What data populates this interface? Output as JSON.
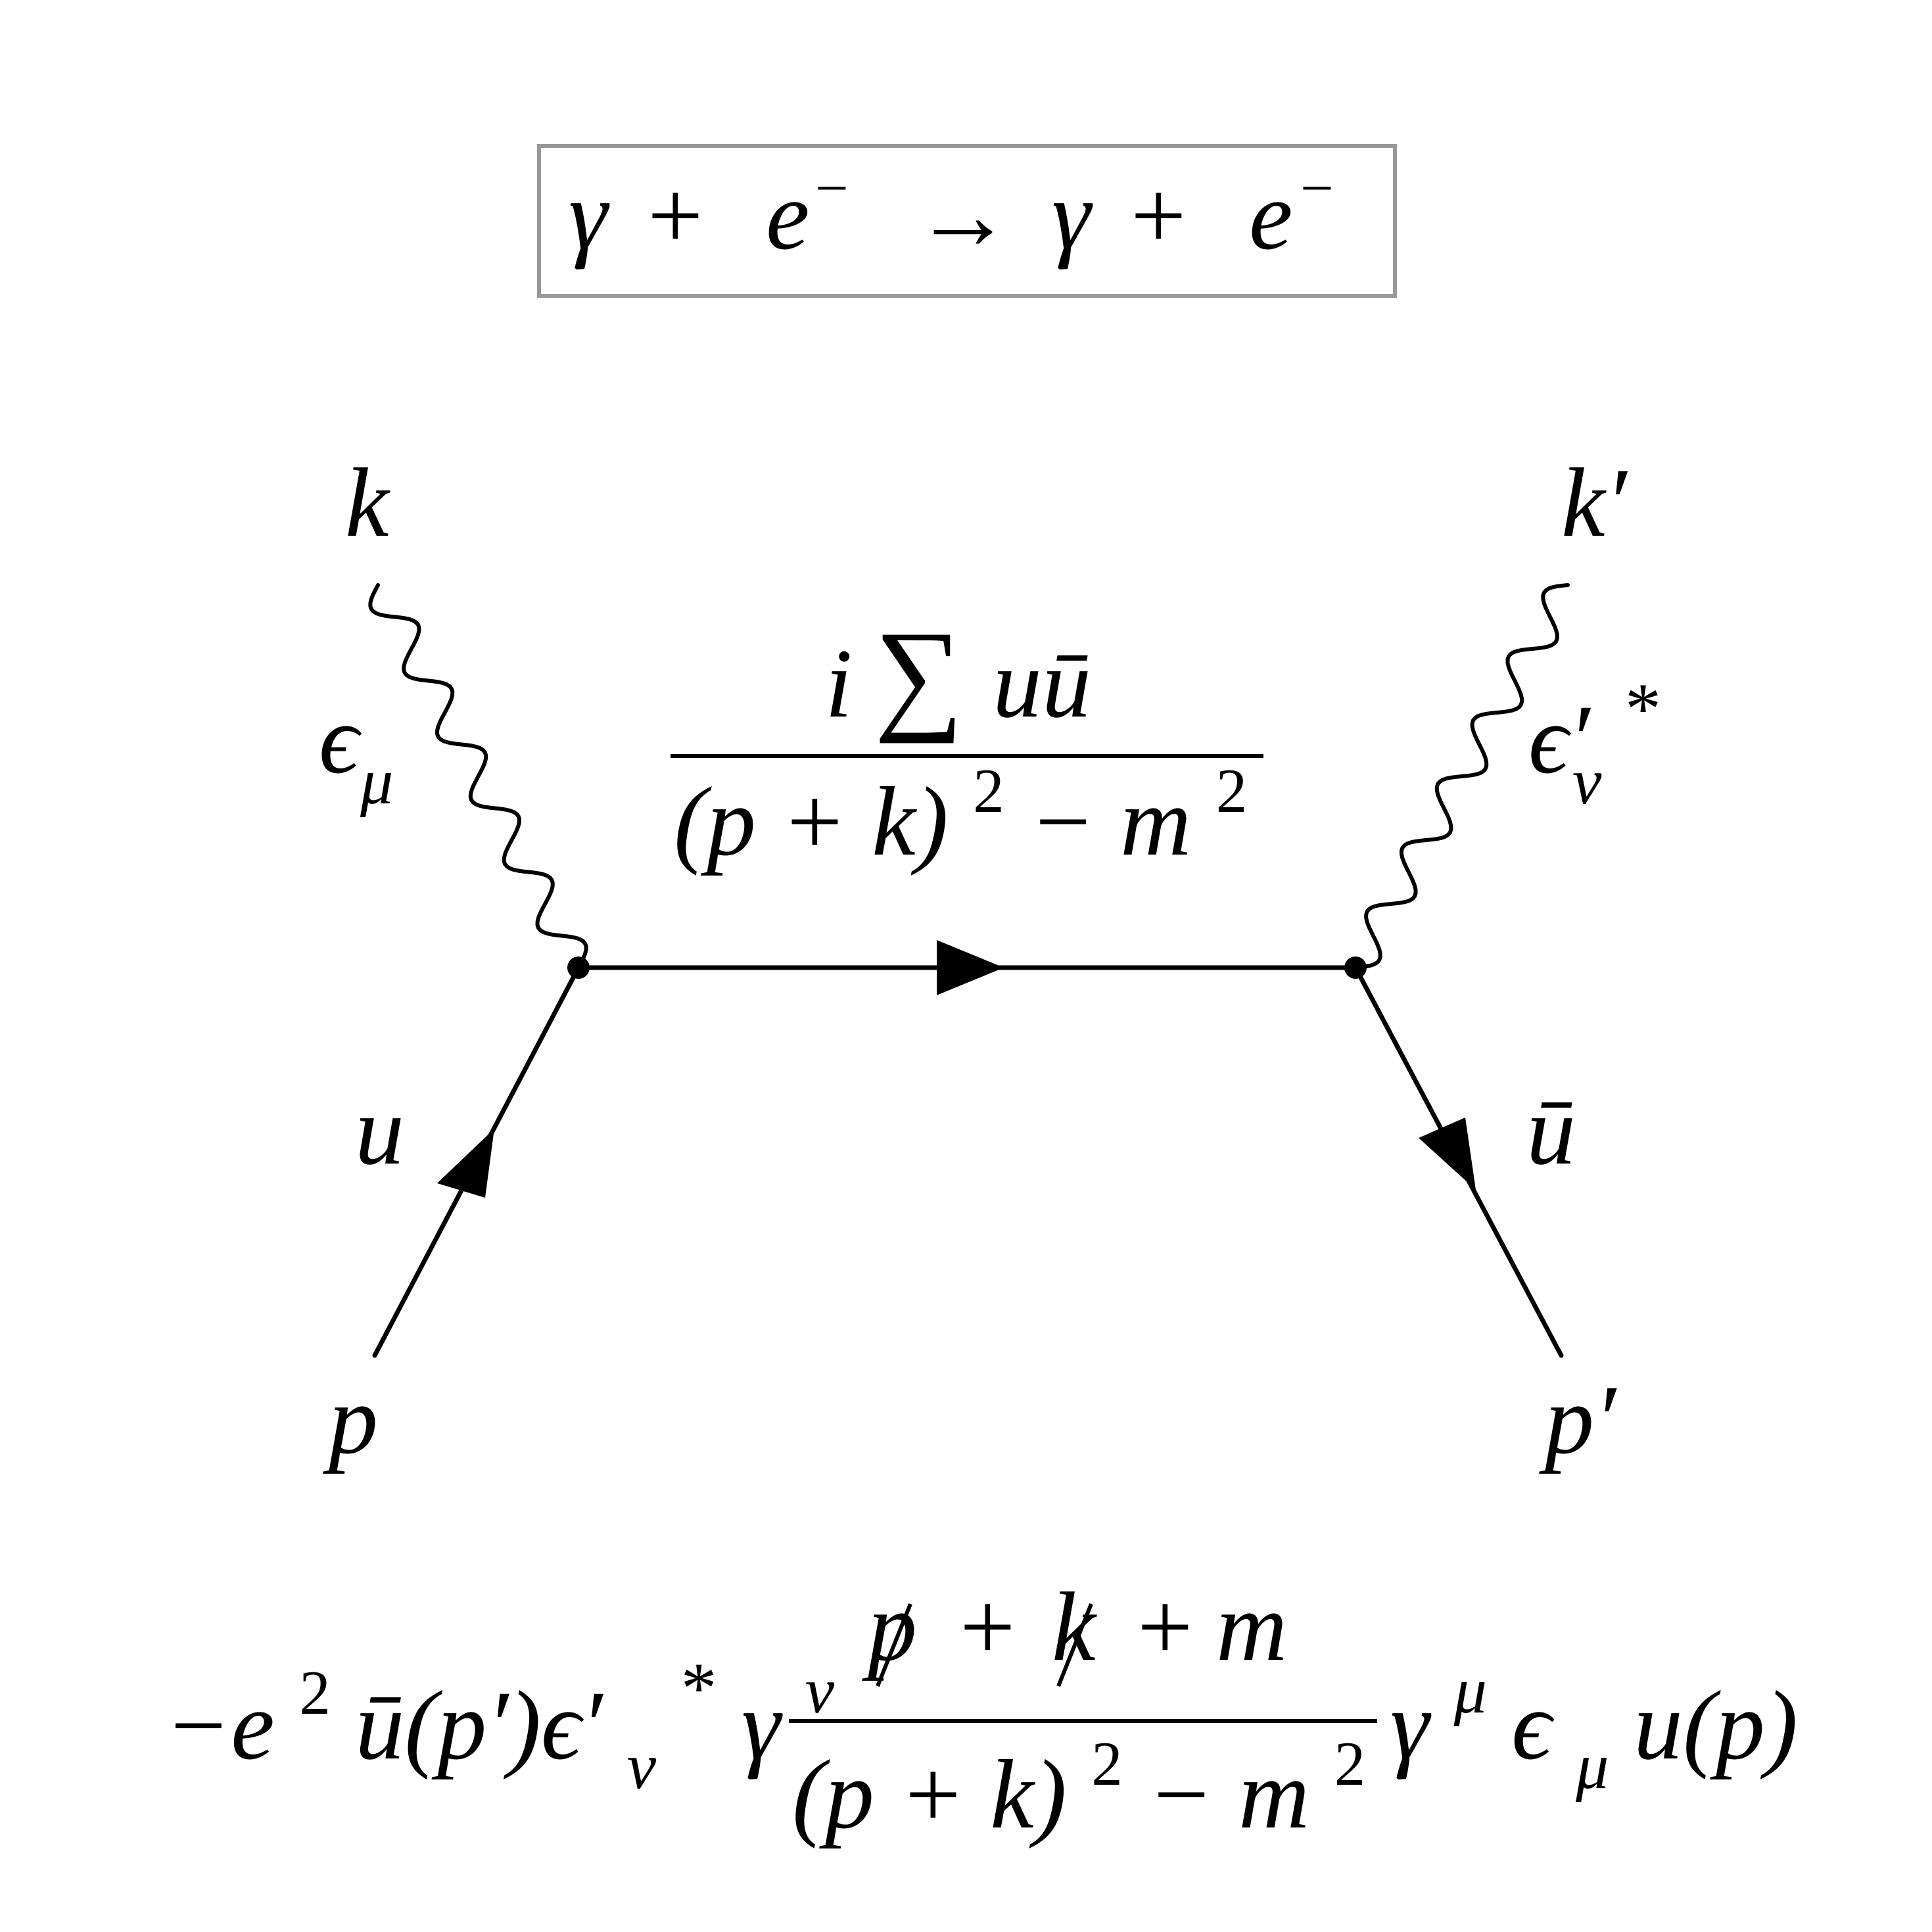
{
  "process": {
    "lhs_a": "γ",
    "plus1": "+",
    "lhs_b": "e",
    "minus_sup1": "−",
    "arrow": "→",
    "rhs_a": "γ",
    "plus2": "+",
    "rhs_b": "e",
    "minus_sup2": "−"
  },
  "labels": {
    "k": "k",
    "k_prime": "k′",
    "epsilon_mu": "ϵ",
    "mu_sub": "μ",
    "epsilon_nu_prime": "ϵ′",
    "nu_sub": "ν",
    "star": "*",
    "u": "u",
    "u_bar": "ū",
    "p": "p",
    "p_prime": "p′"
  },
  "propagator": {
    "numerator_i": "i",
    "numerator_sum": "∑",
    "numerator_uubar": "uū",
    "denominator": "(p + k)",
    "denominator_sq": "2",
    "denominator_minus": " − m",
    "denominator_m_sq": "2"
  },
  "amplitude": {
    "prefix": "−e",
    "prefix_sq": "2",
    "ubar_p_prime": "ū(p′)ϵ′",
    "nu_sub": "ν",
    "star": "*",
    "gamma_nu": "γ",
    "nu_sup": "ν",
    "num_pslash": "p",
    "num_plus1": "+",
    "num_kslash": "k",
    "num_plus2": "+",
    "num_m": "m",
    "den": "(p + k)",
    "den_sq": "2",
    "den_minus": " − m",
    "den_m_sq": "2",
    "gamma_mu": "γ",
    "mu_sup": "μ",
    "epsilon_mu": "ϵ",
    "mu_sub": "μ",
    "u_p": "u(p)"
  }
}
